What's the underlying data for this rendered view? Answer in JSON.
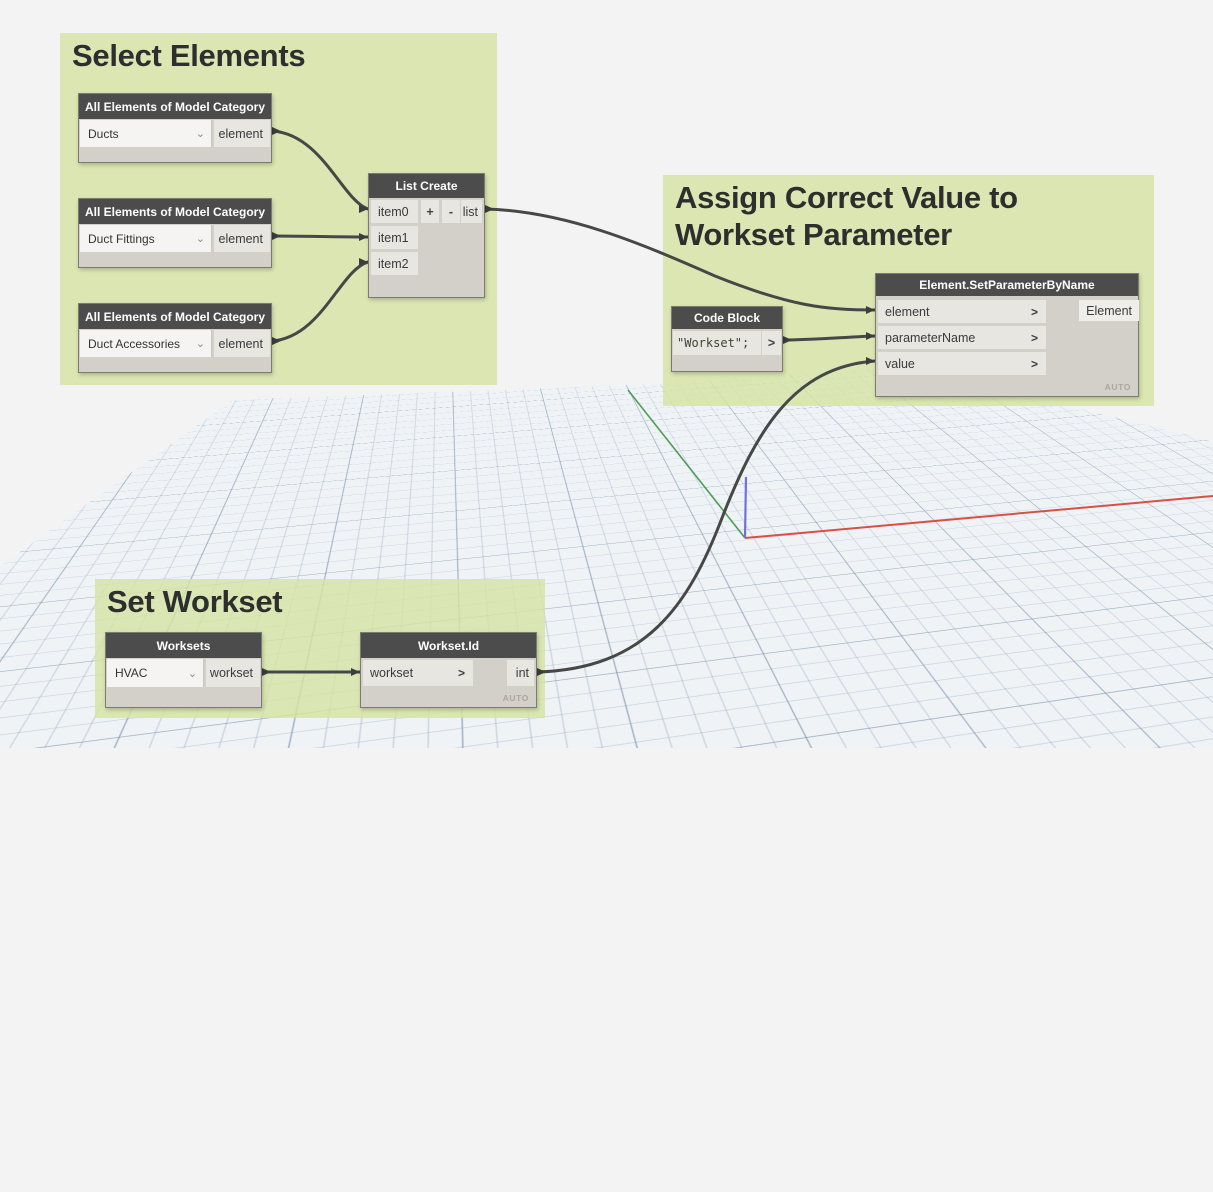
{
  "colors": {
    "canvas_bg": "#f4f3f3",
    "group_green": "#d5e3a4",
    "node_header": "#4c4c4c",
    "node_body": "#d3d0ca",
    "wire": "#474747",
    "axis_x_red": "#d85045",
    "axis_y_green": "#4a9e53",
    "axis_z_blue": "#7070dd",
    "grid_line": "#96a8c0"
  },
  "icons": {
    "dropdown_chevron": "⌄",
    "use_default_chevron": ">"
  },
  "groups": {
    "select_elements": {
      "title": "Select Elements"
    },
    "assign": {
      "title_line1": "Assign Correct Value to",
      "title_line2": "Workset Parameter"
    },
    "set_workset": {
      "title": "Set Workset"
    }
  },
  "nodes": {
    "allcat1": {
      "title": "All Elements of Model Category",
      "dropdown_value": "Ducts",
      "output": "element"
    },
    "allcat2": {
      "title": "All Elements of Model Category",
      "dropdown_value": "Duct Fittings",
      "output": "element"
    },
    "allcat3": {
      "title": "All Elements of Model Category",
      "dropdown_value": "Duct Accessories",
      "output": "element"
    },
    "list_create": {
      "title": "List Create",
      "inputs": [
        "item0",
        "item1",
        "item2"
      ],
      "output": "list",
      "add_label": "+",
      "remove_label": "-"
    },
    "code_block": {
      "title": "Code Block",
      "code": "\"Workset\";"
    },
    "set_param": {
      "title": "Element.SetParameterByName",
      "inputs": [
        "element",
        "parameterName",
        "value"
      ],
      "output": "Element",
      "lacing": "AUTO"
    },
    "worksets": {
      "title": "Worksets",
      "dropdown_value": "HVAC",
      "output": "workset"
    },
    "workset_id": {
      "title": "Workset.Id",
      "input": "workset",
      "output": "int",
      "lacing": "AUTO"
    }
  }
}
